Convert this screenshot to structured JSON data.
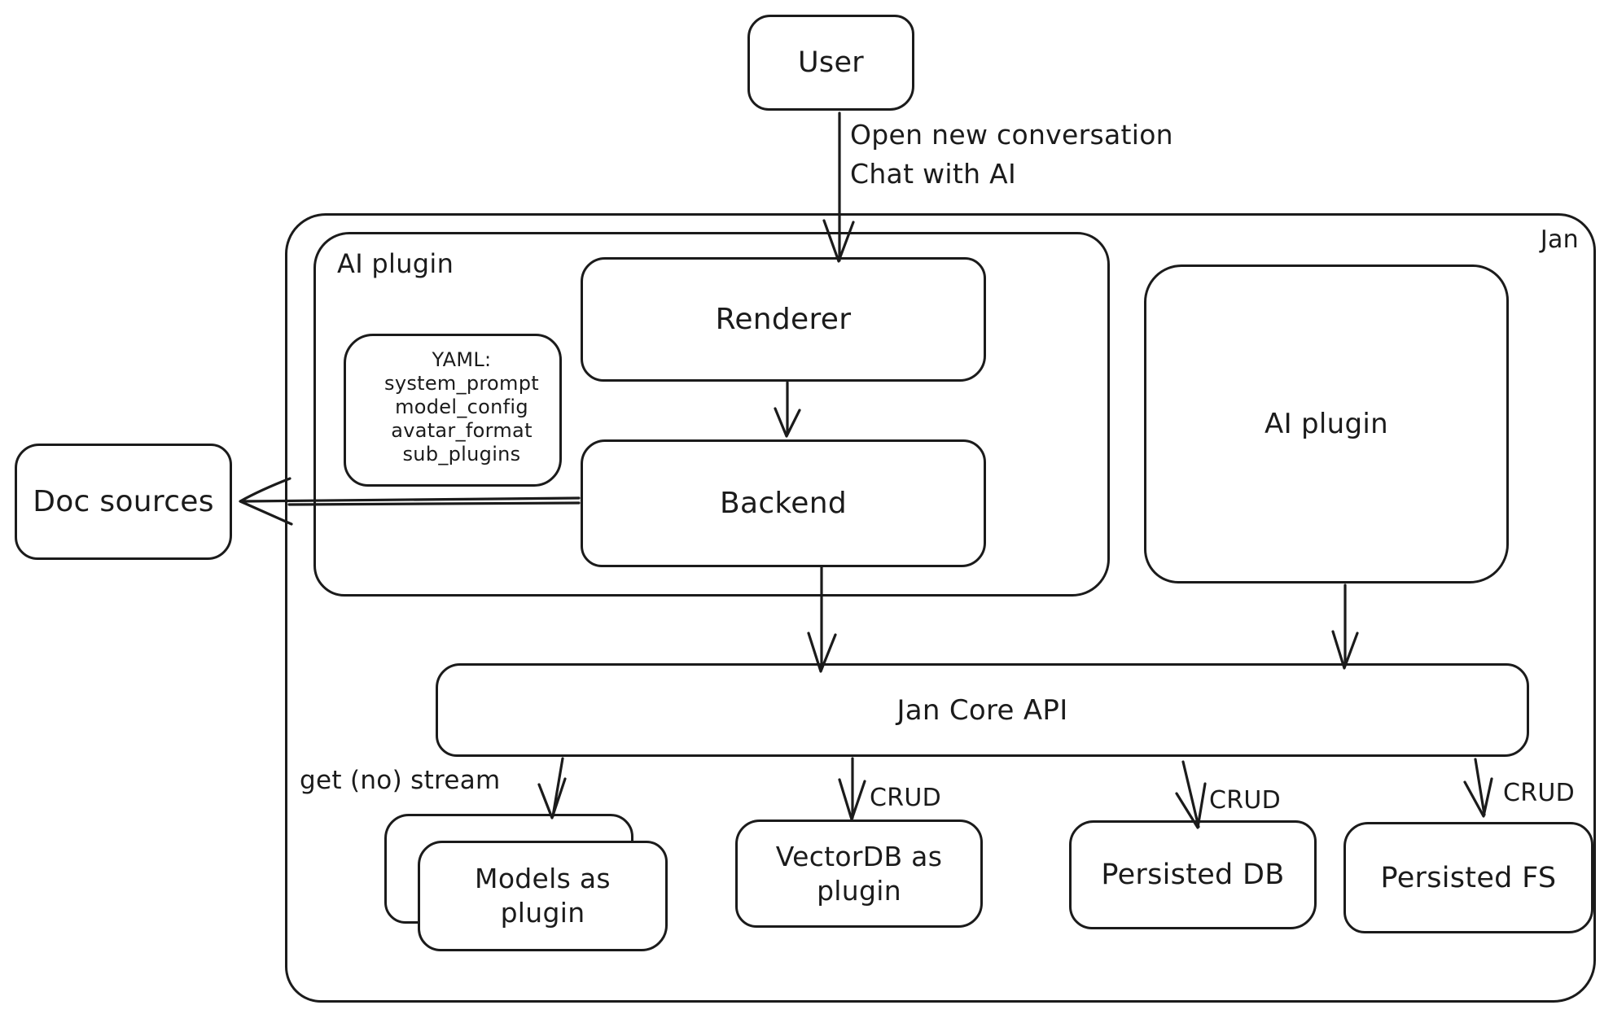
{
  "colors": {
    "stroke": "#1b1b1b",
    "background": "#ffffff"
  },
  "nodes": {
    "user": "User",
    "jan": "Jan",
    "ai_plugin_left": "AI plugin",
    "renderer": "Renderer",
    "backend": "Backend",
    "yaml_lines": [
      "YAML:",
      "system_prompt",
      "model_config",
      "avatar_format",
      "sub_plugins"
    ],
    "doc_sources": "Doc sources",
    "ai_plugin_right": "AI plugin",
    "jan_core_api": "Jan Core API",
    "models_plugin": "Models as plugin",
    "vectordb_plugin": "VectorDB as plugin",
    "persisted_db": "Persisted DB",
    "persisted_fs": "Persisted FS"
  },
  "edge_labels": {
    "user_action_line1": "Open new conversation",
    "user_action_line2": "Chat with AI",
    "get_stream": "get (no) stream",
    "crud_vectordb": "CRUD",
    "crud_persisted_db": "CRUD",
    "crud_persisted_fs": "CRUD"
  }
}
